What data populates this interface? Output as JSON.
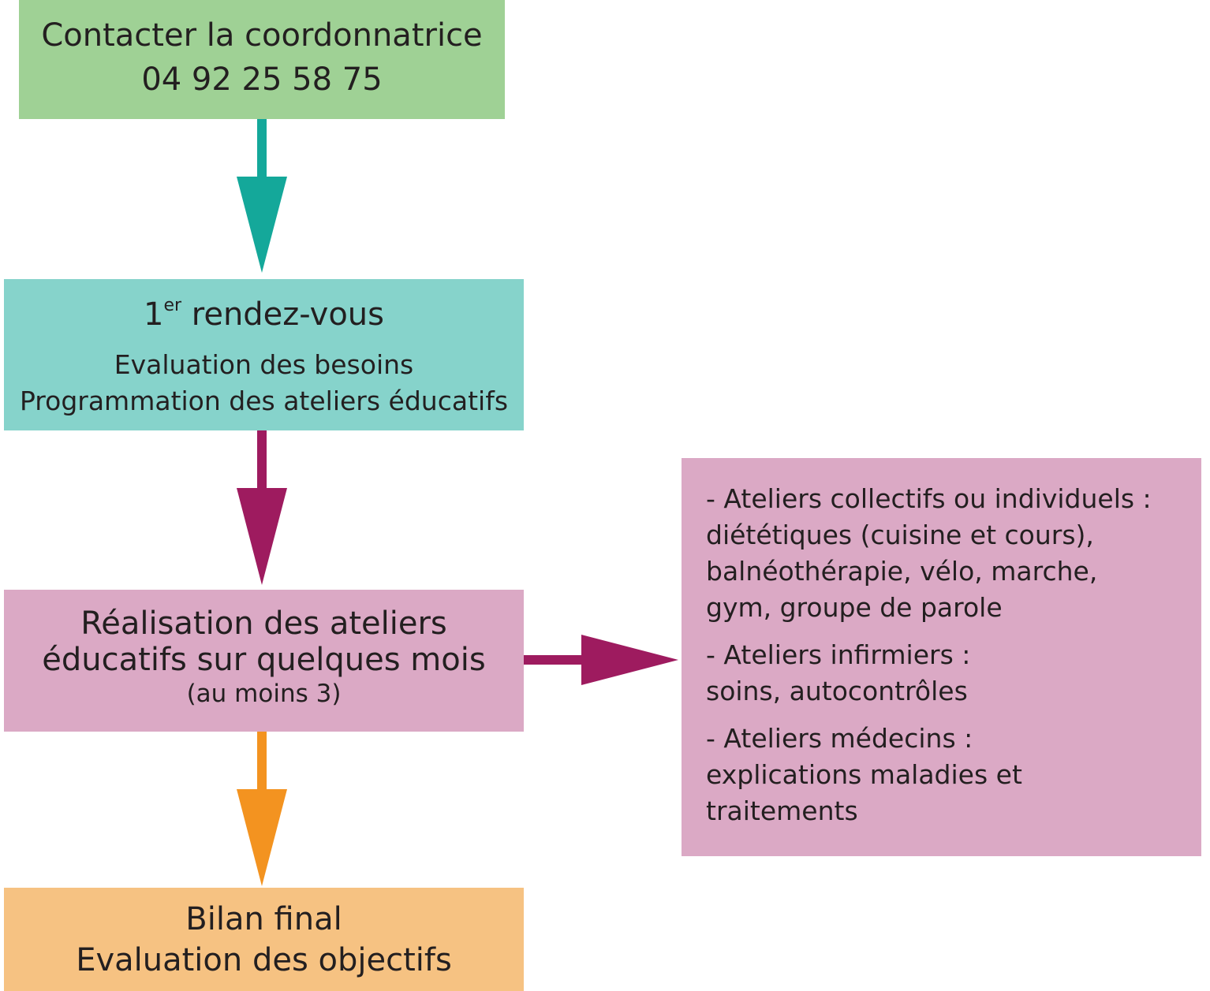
{
  "colors": {
    "contact_box": "#9fd195",
    "first_box": "#86d3cb",
    "realisation_box": "#dba9c5",
    "bilan_box": "#f6c282",
    "ateliers_box": "#dba9c5",
    "arrow_teal": "#14a89a",
    "arrow_magenta": "#9e1b5f",
    "arrow_orange": "#f39320",
    "text": "#231f20"
  },
  "contact": {
    "line1": "Contacter la coordonnatrice",
    "line2": "04 92 25 58 75"
  },
  "first_appointment": {
    "title_number": "1",
    "title_superscript": "er",
    "title_text": " rendez-vous",
    "line1": "Evaluation des besoins",
    "line2": "Programmation des ateliers éducatifs"
  },
  "realisation": {
    "line1": "Réalisation des ateliers",
    "line2": "éducatifs sur quelques mois",
    "line3": "(au moins 3)"
  },
  "bilan": {
    "line1": "Bilan final",
    "line2": "Evaluation des objectifs"
  },
  "ateliers": {
    "group1": [
      "- Ateliers collectifs ou individuels :",
      "diététiques (cuisine et cours),",
      "balnéothérapie, vélo, marche,",
      "gym, groupe de parole"
    ],
    "group2": [
      "- Ateliers infirmiers :",
      "soins, autocontrôles"
    ],
    "group3": [
      "- Ateliers médecins :",
      "explications maladies et",
      "traitements"
    ]
  }
}
